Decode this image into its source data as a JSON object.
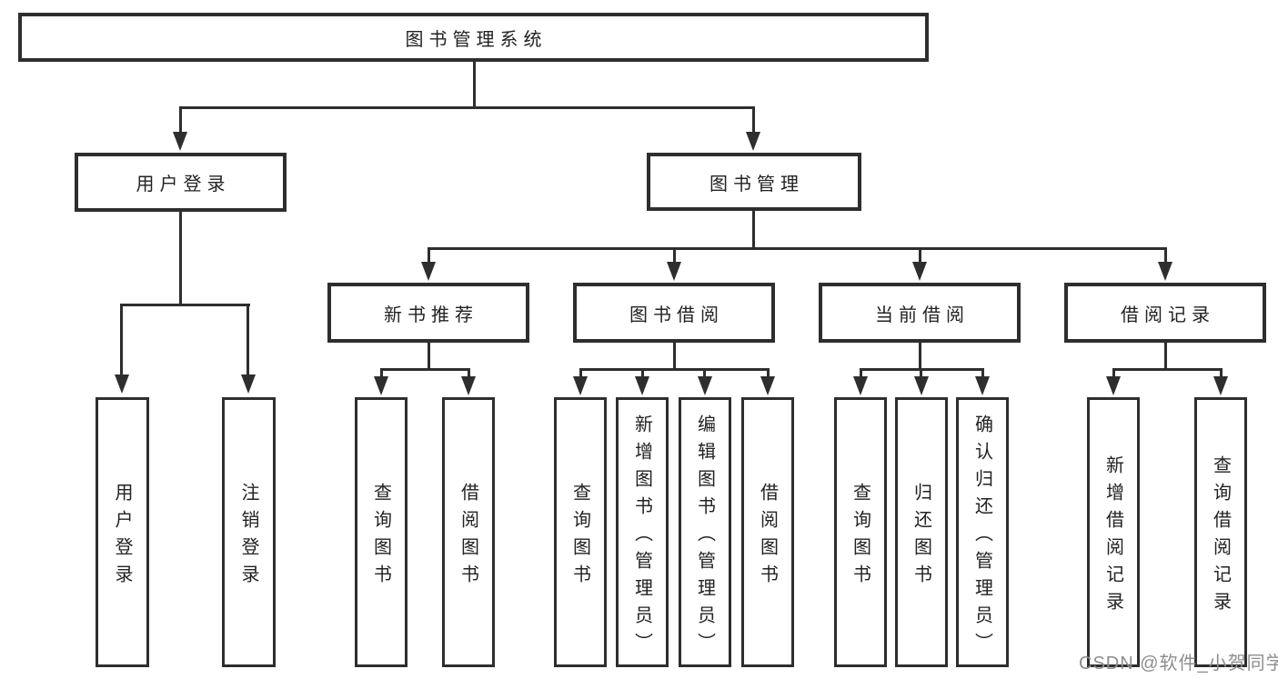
{
  "diagram": {
    "title": "图书管理系统",
    "level1": {
      "user_login": "用户登录",
      "book_mgmt": "图书管理"
    },
    "level2": {
      "new_book_recommend": "新书推荐",
      "book_borrow": "图书借阅",
      "current_borrow": "当前借阅",
      "borrow_records": "借阅记录"
    },
    "leaves": {
      "user_login": [
        "用户登录",
        "注销登录"
      ],
      "new_book_recommend": [
        "查询图书",
        "借阅图书"
      ],
      "book_borrow": [
        "查询图书",
        "新增图书（管理员）",
        "编辑图书（管理员）",
        "借阅图书"
      ],
      "current_borrow": [
        "查询图书",
        "归还图书",
        "确认归还（管理员）"
      ],
      "borrow_records": [
        "新增借阅记录",
        "查询借阅记录"
      ]
    },
    "watermark": "CSDN @软件_小贺同学",
    "colors": {
      "line": "#2e2e2e",
      "text": "#222222",
      "watermark": "#8d8d8d",
      "background": "#ffffff"
    }
  }
}
